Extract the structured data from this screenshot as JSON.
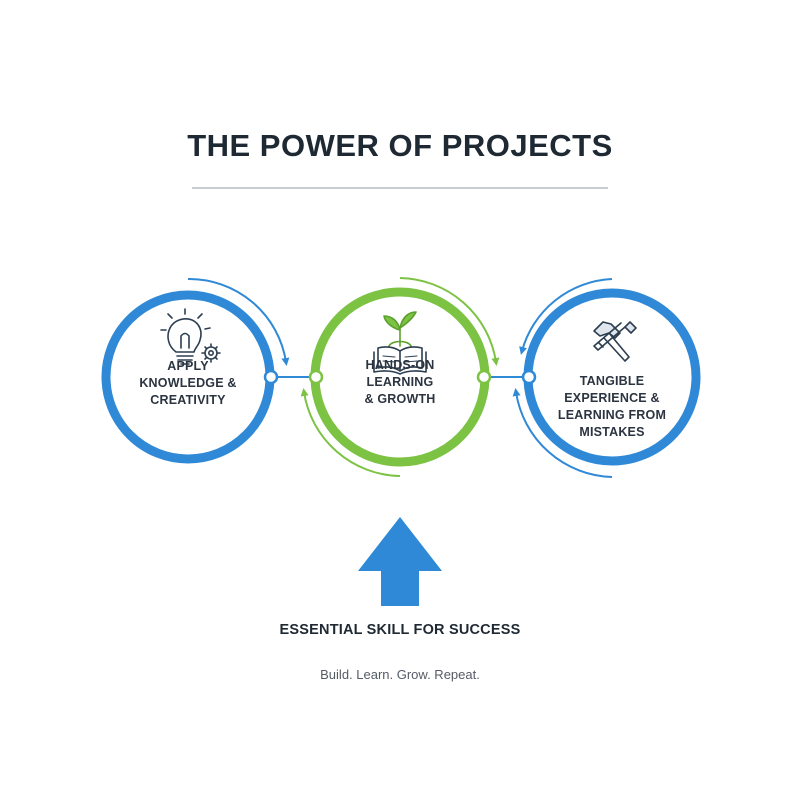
{
  "title": "THE POWER OF PROJECTS",
  "colors": {
    "blue": "#2f89d6",
    "green": "#7cc243",
    "text": "#1f2933",
    "icon": "#2c3e50",
    "rule": "#c9cdd2"
  },
  "nodes": [
    {
      "icon": "lightbulb-gear-icon",
      "lines": [
        "APPLY",
        "KNOWLEDGE &",
        "CREATIVITY"
      ]
    },
    {
      "icon": "sprout-book-icon",
      "lines": [
        "HANDS-ON",
        "LEARNING",
        "& GROWTH"
      ]
    },
    {
      "icon": "hammer-tools-icon",
      "lines": [
        "TANGIBLE",
        "EXPERIENCE &",
        "LEARNING FROM",
        "MISTAKES"
      ]
    }
  ],
  "footer": {
    "heading": "ESSENTIAL SKILL FOR SUCCESS",
    "tagline": "Build. Learn. Grow. Repeat."
  }
}
